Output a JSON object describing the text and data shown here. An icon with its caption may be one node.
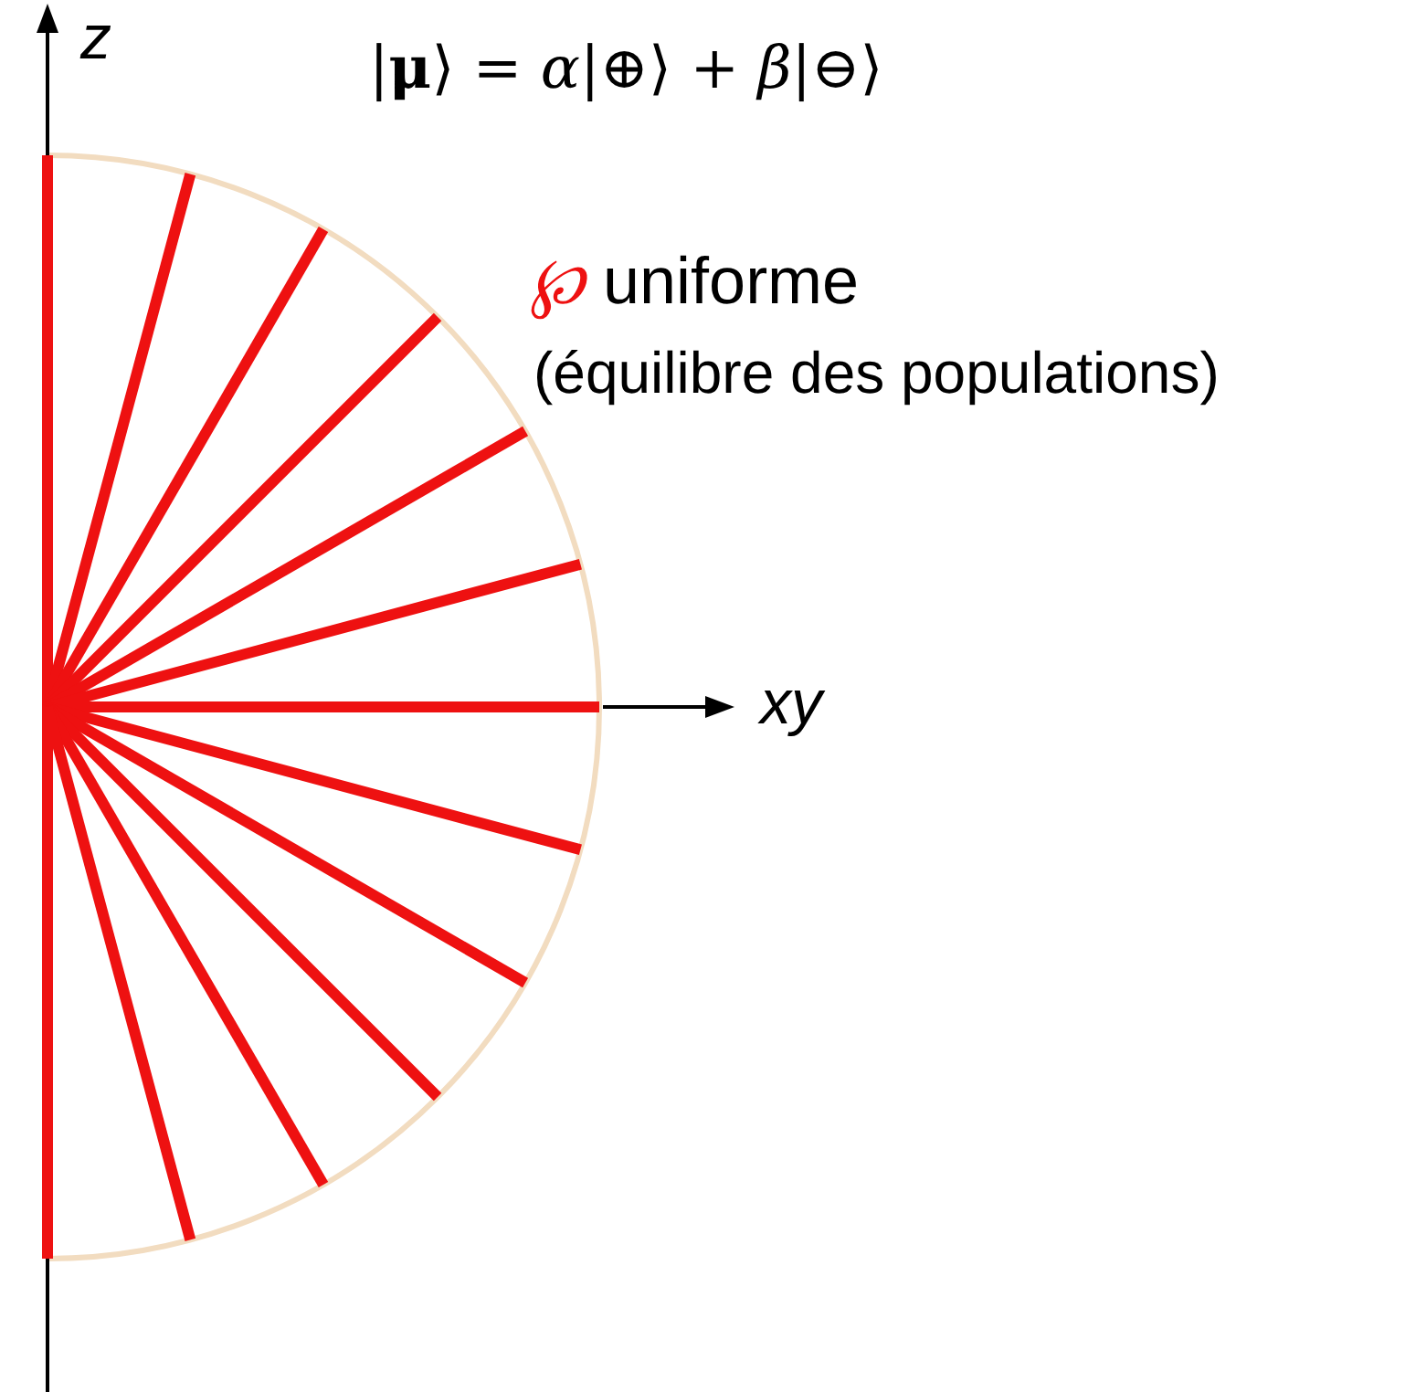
{
  "diagram": {
    "title": "|**μ**⟩ = *α*|⊕⟩ + *β*|⊖⟩",
    "labels": [
      "z",
      "xy",
      "℘ uniforme",
      "(équilibre des populations)"
    ]
  }
}
